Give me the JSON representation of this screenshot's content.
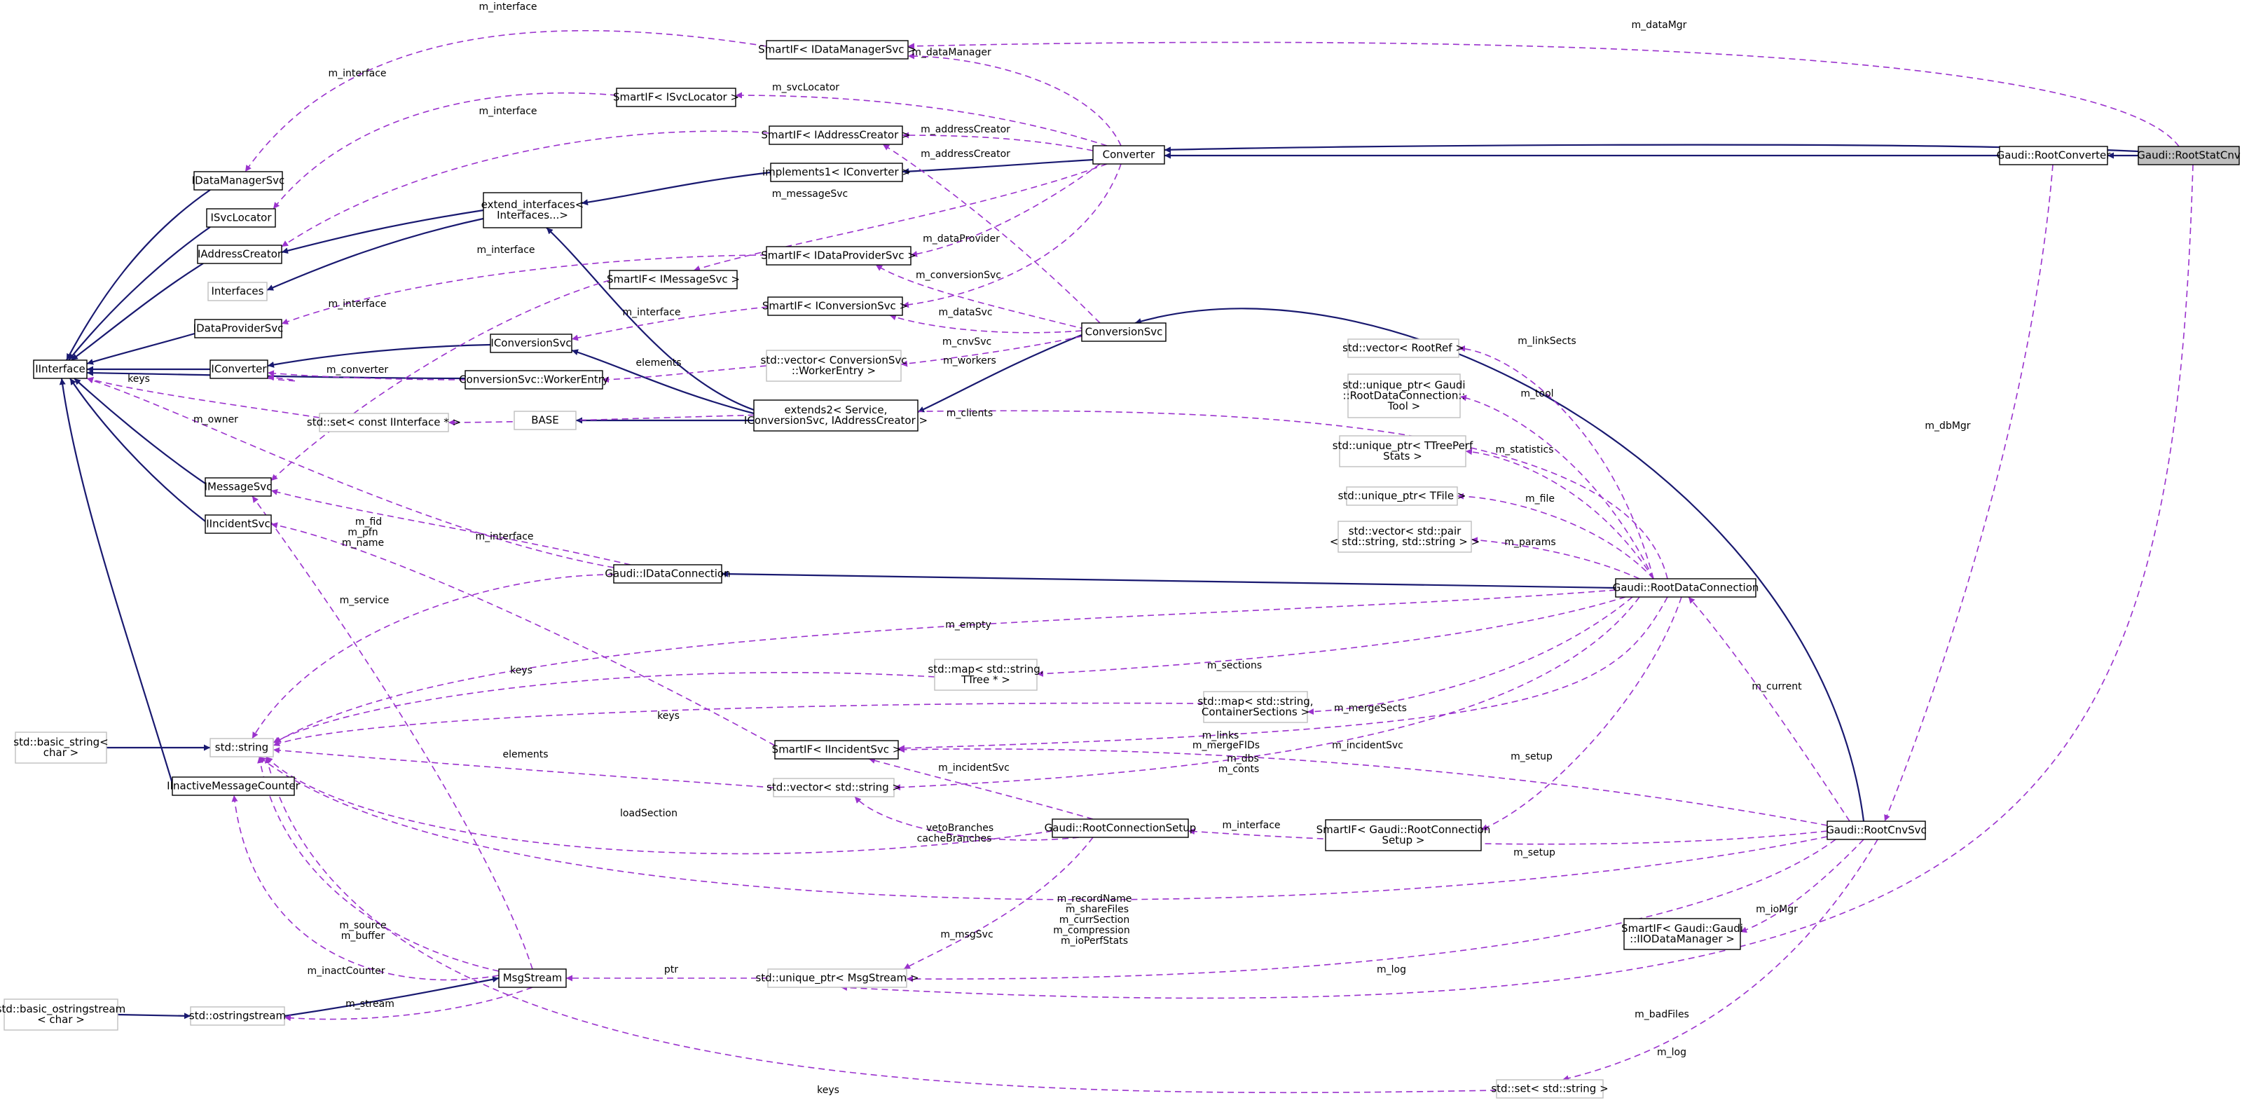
{
  "diagram": {
    "colors": {
      "inheritance": "#191970",
      "usage": "#9a32cd",
      "focus_fill": "#bfbfbf",
      "external_border": "#bfbfbf"
    },
    "nodes": [
      {
        "id": "IDataManagerSvc",
        "lines": [
          "IDataManagerSvc"
        ]
      },
      {
        "id": "ISvcLocator",
        "lines": [
          "ISvcLocator"
        ]
      },
      {
        "id": "IAddressCreator",
        "lines": [
          "IAddressCreator"
        ]
      },
      {
        "id": "Interfaces",
        "lines": [
          "Interfaces"
        ]
      },
      {
        "id": "IDataProviderSvc",
        "lines": [
          "IDataProviderSvc"
        ]
      },
      {
        "id": "IInterface",
        "lines": [
          "IInterface"
        ]
      },
      {
        "id": "IConverter",
        "lines": [
          "IConverter"
        ]
      },
      {
        "id": "IMessageSvc",
        "lines": [
          "IMessageSvc"
        ]
      },
      {
        "id": "IIncidentSvc",
        "lines": [
          "IIncidentSvc"
        ]
      },
      {
        "id": "basic_string",
        "lines": [
          "std::basic_string<",
          "char >"
        ]
      },
      {
        "id": "stdstring",
        "lines": [
          "std::string"
        ]
      },
      {
        "id": "IInactiveMessageCounter",
        "lines": [
          "IInactiveMessageCounter"
        ]
      },
      {
        "id": "basic_ostringstream",
        "lines": [
          "std::basic_ostringstream",
          "< char >"
        ]
      },
      {
        "id": "ostringstream",
        "lines": [
          "std::ostringstream"
        ]
      },
      {
        "id": "MsgStream",
        "lines": [
          "MsgStream"
        ]
      },
      {
        "id": "SmartIF_IDataManagerSvc",
        "lines": [
          "SmartIF< IDataManagerSvc >"
        ]
      },
      {
        "id": "SmartIF_ISvcLocator",
        "lines": [
          "SmartIF< ISvcLocator >"
        ]
      },
      {
        "id": "SmartIF_IAddressCreator",
        "lines": [
          "SmartIF< IAddressCreator >"
        ]
      },
      {
        "id": "implements1",
        "lines": [
          "implements1< IConverter >"
        ]
      },
      {
        "id": "extend_interfaces",
        "lines": [
          "extend_interfaces<",
          "Interfaces...>"
        ]
      },
      {
        "id": "SmartIF_IMessageSvc",
        "lines": [
          "SmartIF< IMessageSvc >"
        ]
      },
      {
        "id": "SmartIF_IDataProviderSvc",
        "lines": [
          "SmartIF< IDataProviderSvc >"
        ]
      },
      {
        "id": "SmartIF_IConversionSvc",
        "lines": [
          "SmartIF< IConversionSvc >"
        ]
      },
      {
        "id": "IConversionSvc",
        "lines": [
          "IConversionSvc"
        ]
      },
      {
        "id": "WorkerEntry",
        "lines": [
          "ConversionSvc::WorkerEntry"
        ]
      },
      {
        "id": "vector_WorkerEntry",
        "lines": [
          "std::vector< ConversionSvc",
          "::WorkerEntry >"
        ]
      },
      {
        "id": "set_IInterface",
        "lines": [
          "std::set< const IInterface * >"
        ]
      },
      {
        "id": "BASE",
        "lines": [
          "BASE"
        ]
      },
      {
        "id": "extends2",
        "lines": [
          "extends2< Service,",
          "IConversionSvc, IAddressCreator >"
        ]
      },
      {
        "id": "Converter",
        "lines": [
          "Converter"
        ]
      },
      {
        "id": "ConversionSvc",
        "lines": [
          "ConversionSvc"
        ]
      },
      {
        "id": "IDataConnection",
        "lines": [
          "Gaudi::IDataConnection"
        ]
      },
      {
        "id": "map_TTree",
        "lines": [
          "std::map< std::string,",
          "TTree * >"
        ]
      },
      {
        "id": "SmartIF_IIncidentSvc",
        "lines": [
          "SmartIF< IIncidentSvc >"
        ]
      },
      {
        "id": "vector_string",
        "lines": [
          "std::vector< std::string >"
        ]
      },
      {
        "id": "RootConnectionSetup",
        "lines": [
          "Gaudi::RootConnectionSetup"
        ]
      },
      {
        "id": "uptr_MsgStream",
        "lines": [
          "std::unique_ptr< MsgStream >"
        ]
      },
      {
        "id": "vector_RootRef",
        "lines": [
          "std::vector< RootRef >"
        ]
      },
      {
        "id": "uptr_Tool",
        "lines": [
          "std::unique_ptr< Gaudi",
          "::RootDataConnection::",
          "Tool >"
        ]
      },
      {
        "id": "uptr_TTreePerfStats",
        "lines": [
          "std::unique_ptr< TTreePerf",
          "Stats >"
        ]
      },
      {
        "id": "uptr_TFile",
        "lines": [
          "std::unique_ptr< TFile >"
        ]
      },
      {
        "id": "vector_pair",
        "lines": [
          "std::vector< std::pair",
          "< std::string, std::string > >"
        ]
      },
      {
        "id": "RootDataConnection",
        "lines": [
          "Gaudi::RootDataConnection"
        ]
      },
      {
        "id": "map_ContainerSections",
        "lines": [
          "std::map< std::string,",
          "ContainerSections >"
        ]
      },
      {
        "id": "SmartIF_RootConnectionSetup",
        "lines": [
          "SmartIF< Gaudi::RootConnection",
          "Setup >"
        ]
      },
      {
        "id": "SmartIF_IIODataManager",
        "lines": [
          "SmartIF< Gaudi::Gaudi",
          "::IIODataManager >"
        ]
      },
      {
        "id": "set_string",
        "lines": [
          "std::set< std::string >"
        ]
      },
      {
        "id": "RootConverter",
        "lines": [
          "Gaudi::RootConverter"
        ]
      },
      {
        "id": "RootStatCnv",
        "lines": [
          "Gaudi::RootStatCnv"
        ]
      },
      {
        "id": "RootCnvSvc",
        "lines": [
          "Gaudi::RootCnvSvc"
        ]
      }
    ],
    "edge_labels": [
      {
        "id": "l_iface_dms",
        "text": "m_interface"
      },
      {
        "id": "l_iface_svcloc",
        "text": "m_interface"
      },
      {
        "id": "l_iface_addr",
        "text": "m_interface"
      },
      {
        "id": "l_iface_dps",
        "text": "m_interface"
      },
      {
        "id": "l_iface_msg",
        "text": "m_interface"
      },
      {
        "id": "l_iface_conv",
        "text": "m_interface"
      },
      {
        "id": "l_iface_dc",
        "text": "m_interface"
      },
      {
        "id": "l_iface_setup",
        "text": "m_interface"
      },
      {
        "id": "l_keys_set",
        "text": "keys"
      },
      {
        "id": "l_owner",
        "text": "m_owner"
      },
      {
        "id": "l_converter",
        "text": "m_converter"
      },
      {
        "id": "l_elements_we",
        "text": "elements"
      },
      {
        "id": "l_fid",
        "text": "m_fid"
      },
      {
        "id": "l_pfn",
        "text": "m_pfn"
      },
      {
        "id": "l_name",
        "text": "m_name"
      },
      {
        "id": "l_service",
        "text": "m_service"
      },
      {
        "id": "l_keys_ttree",
        "text": "keys"
      },
      {
        "id": "l_keys_cs",
        "text": "keys"
      },
      {
        "id": "l_elements_vs",
        "text": "elements"
      },
      {
        "id": "l_loadSection",
        "text": "loadSection"
      },
      {
        "id": "l_source",
        "text": "m_source"
      },
      {
        "id": "l_buffer",
        "text": "m_buffer"
      },
      {
        "id": "l_inactCounter",
        "text": "m_inactCounter"
      },
      {
        "id": "l_stream",
        "text": "m_stream"
      },
      {
        "id": "l_keys_setstr",
        "text": "keys"
      },
      {
        "id": "l_dataMgr",
        "text": "m_dataMgr"
      },
      {
        "id": "l_dataManager",
        "text": "m_dataManager"
      },
      {
        "id": "l_svcLocator",
        "text": "m_svcLocator"
      },
      {
        "id": "l_addrCreator1",
        "text": "m_addressCreator"
      },
      {
        "id": "l_addrCreator2",
        "text": "m_addressCreator"
      },
      {
        "id": "l_messageSvc",
        "text": "m_messageSvc"
      },
      {
        "id": "l_dataProvider",
        "text": "m_dataProvider"
      },
      {
        "id": "l_conversionSvc",
        "text": "m_conversionSvc"
      },
      {
        "id": "l_dataSvc",
        "text": "m_dataSvc"
      },
      {
        "id": "l_cnvSvc",
        "text": "m_cnvSvc"
      },
      {
        "id": "l_workers",
        "text": "m_workers"
      },
      {
        "id": "l_clients",
        "text": "m_clients"
      },
      {
        "id": "l_linkSects",
        "text": "m_linkSects"
      },
      {
        "id": "l_tool",
        "text": "m_tool"
      },
      {
        "id": "l_statistics",
        "text": "m_statistics"
      },
      {
        "id": "l_file",
        "text": "m_file"
      },
      {
        "id": "l_params",
        "text": "m_params"
      },
      {
        "id": "l_empty",
        "text": "m_empty"
      },
      {
        "id": "l_sections",
        "text": "m_sections"
      },
      {
        "id": "l_mergeSects",
        "text": "m_mergeSects"
      },
      {
        "id": "l_links",
        "text": "m_links"
      },
      {
        "id": "l_mergeFIDs",
        "text": "m_mergeFIDs"
      },
      {
        "id": "l_dbs",
        "text": "m_dbs"
      },
      {
        "id": "l_conts",
        "text": "m_conts"
      },
      {
        "id": "l_incidentSvc1",
        "text": "m_incidentSvc"
      },
      {
        "id": "l_incidentSvc2",
        "text": "m_incidentSvc"
      },
      {
        "id": "l_vetoBranches",
        "text": "vetoBranches"
      },
      {
        "id": "l_cacheBranches",
        "text": "cacheBranches"
      },
      {
        "id": "l_setup1",
        "text": "m_setup"
      },
      {
        "id": "l_setup2",
        "text": "m_setup"
      },
      {
        "id": "l_recordName",
        "text": "m_recordName"
      },
      {
        "id": "l_shareFiles",
        "text": "m_shareFiles"
      },
      {
        "id": "l_currSection",
        "text": "m_currSection"
      },
      {
        "id": "l_compression",
        "text": "m_compression"
      },
      {
        "id": "l_ioPerfStats",
        "text": "m_ioPerfStats"
      },
      {
        "id": "l_msgSvc",
        "text": "m_msgSvc"
      },
      {
        "id": "l_ptr",
        "text": "ptr"
      },
      {
        "id": "l_current",
        "text": "m_current"
      },
      {
        "id": "l_dbMgr",
        "text": "m_dbMgr"
      },
      {
        "id": "l_ioMgr",
        "text": "m_ioMgr"
      },
      {
        "id": "l_log1",
        "text": "m_log"
      },
      {
        "id": "l_log2",
        "text": "m_log"
      },
      {
        "id": "l_badFiles",
        "text": "m_badFiles"
      }
    ]
  }
}
